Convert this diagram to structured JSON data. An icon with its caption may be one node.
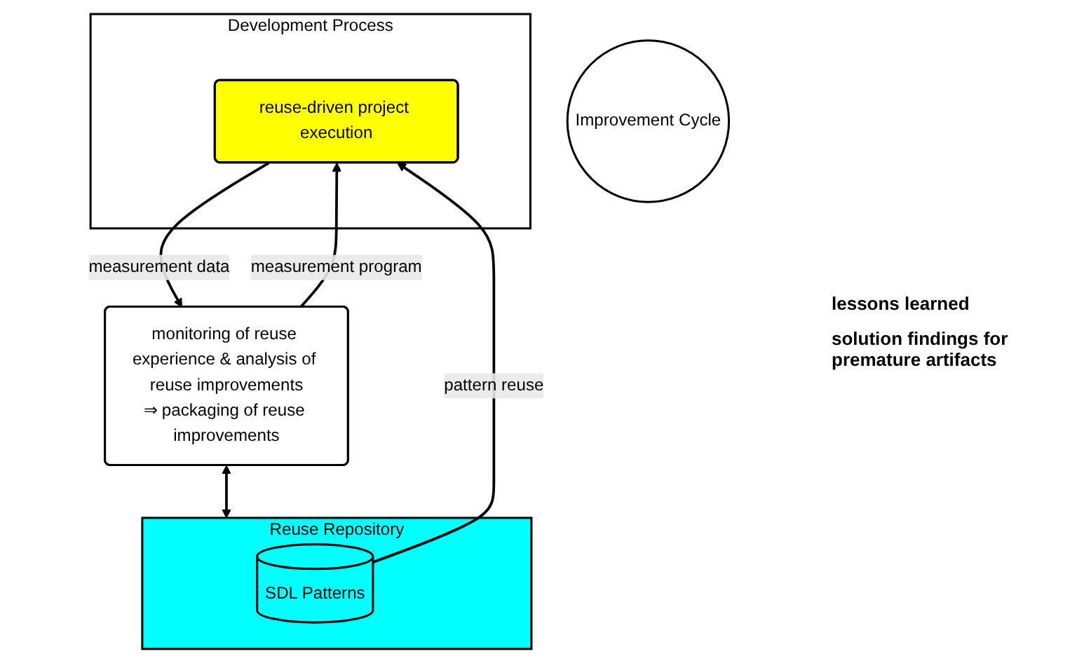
{
  "diagram": {
    "nodes": [
      {
        "text": [
          "Development Process"
        ]
      },
      {
        "text": [
          "monitoring of reuse experience & analysis of reuse improvements",
          "⇒ packaging of reuse improvements"
        ]
      },
      {
        "text": [
          "Improvement Cycle"
        ]
      },
      {
        "text": [
          "Reuse Repository"
        ]
      },
      {
        "text": [
          "SDL Patterns"
        ],
        "in": 3
      },
      {
        "text": [
          "reuse-driven project execution"
        ],
        "in": 0
      }
    ],
    "edges": [
      {
        "from": 1,
        "to": 5,
        "arrow": "to",
        "label": "measurement program"
      },
      {
        "from": 5,
        "to": 1,
        "arrow": "to",
        "label": "measurement data"
      },
      {
        "from": 1,
        "to": 3,
        "arrow": "both"
      },
      {
        "from": 4,
        "to": 5,
        "arrow": "to",
        "label": "pattern reuse"
      }
    ],
    "labels": [
      "lessons learned",
      "solution findings for premature artifacts"
    ]
  }
}
